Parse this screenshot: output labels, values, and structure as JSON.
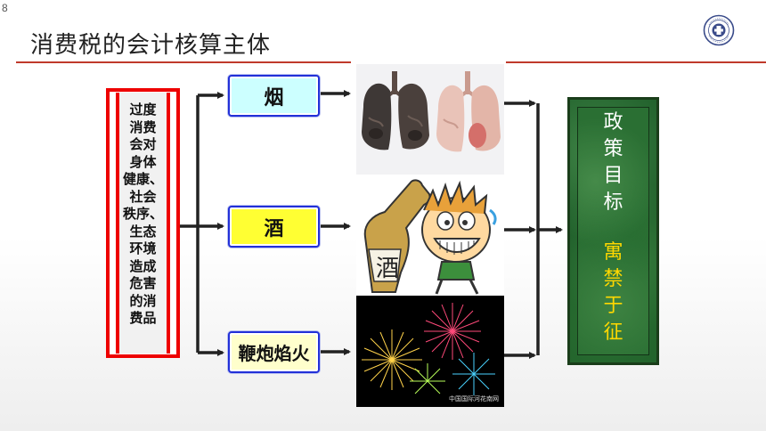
{
  "slide": {
    "page_number": "8",
    "title": "消费税的会计核算主体"
  },
  "left_box": {
    "text": "过度\n消费\n会对\n身体\n健康、\n社会\n秩序、\n生态\n环境\n造成\n危害\n的消\n费品"
  },
  "categories": [
    {
      "label": "烟",
      "color": "#ccffff"
    },
    {
      "label": "酒",
      "color": "#ffff33"
    },
    {
      "label": "鞭炮焰火",
      "color": "#ffffcc"
    }
  ],
  "images": {
    "drunk_bottle_label": "酒",
    "fireworks_caption": "中国国际河花南网"
  },
  "target": {
    "label": "政\n策\n目\n标",
    "value": "寓\n禁\n于\n征"
  },
  "colors": {
    "accent_red": "#ee0000",
    "arrow": "#222222",
    "box_border_blue": "#2230d8",
    "target_green": "#2a6f33",
    "target_text_yellow": "#ffd800"
  }
}
